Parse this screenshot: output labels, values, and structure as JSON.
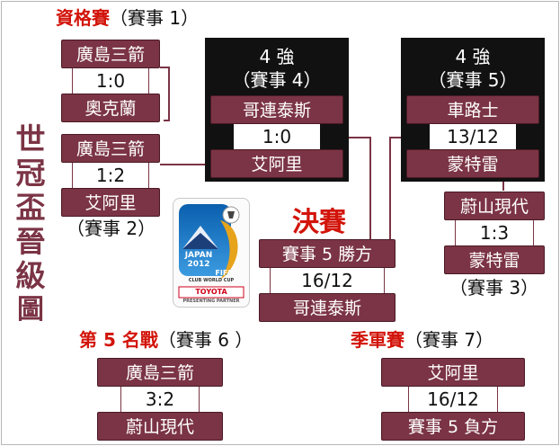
{
  "vertical_title": [
    "世",
    "冠",
    "盃",
    "晉",
    "級",
    "圖"
  ],
  "playoff": {
    "title_red": "資格賽",
    "title_rest": "（賽事 1）",
    "team1": "廣島三箭",
    "score": "1:0",
    "team2": "奧克蘭"
  },
  "match2": {
    "team1": "廣島三箭",
    "score": "1:2",
    "team2": "艾阿里",
    "caption": "（賽事 2）"
  },
  "semi4": {
    "head1": "4 強",
    "head2": "（賽事 4）",
    "team1": "哥連泰斯",
    "score": "1:0",
    "team2": "艾阿里"
  },
  "semi5": {
    "head1": "4 強",
    "head2": "（賽事 5）",
    "team1": "車路士",
    "score": "13/12",
    "team2": "蒙特雷"
  },
  "match3": {
    "team1": "蔚山現代",
    "score": "1:3",
    "team2": "蒙特雷",
    "caption": "（賽事 3）"
  },
  "final": {
    "title": "決賽",
    "team1": "賽事 5 勝方",
    "score": "16/12",
    "team2": "哥連泰斯"
  },
  "fifth": {
    "title_red": "第 5 名戰",
    "title_rest": "（賽事 6 ）",
    "team1": "廣島三箭",
    "score": "3:2",
    "team2": "蔚山現代"
  },
  "third": {
    "title_red": "季軍賽",
    "title_rest": "（賽事 7）",
    "team1": "艾阿里",
    "score": "16/12",
    "team2": "賽事 5 負方"
  },
  "logo": {
    "line1": "JAPAN",
    "line2": "2012",
    "fifa": "FIFA",
    "cup": "CLUB WORLD CUP",
    "sponsor": "TOYOTA",
    "partner": "PRESENTING PARTNER"
  },
  "colors": {
    "box": "#7b3445",
    "title_red": "#d2140a",
    "semi_bg": "#111111"
  }
}
